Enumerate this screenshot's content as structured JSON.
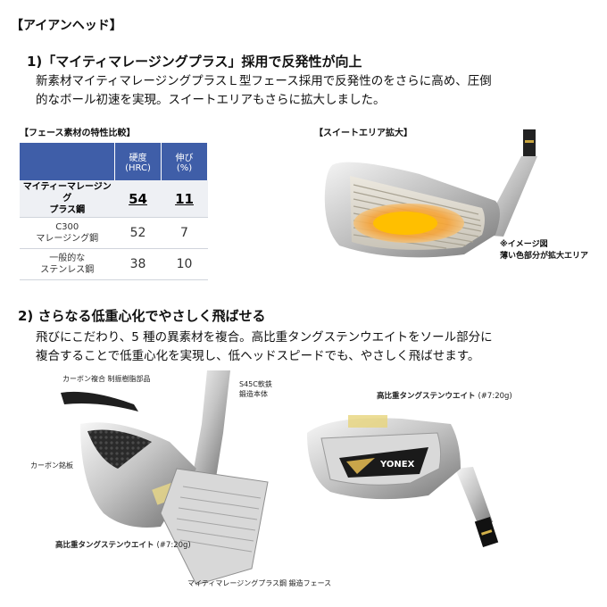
{
  "section_tag": "【アイアンヘッド】",
  "section1": {
    "heading": "1)「マイティマレージングプラス」採用で反発性が向上",
    "lines": [
      "新素材マイティマレージングプラスＬ型フェース採用で反発性のをさらに高め、圧倒",
      "的なボール初速を実現。スイートエリアもさらに拡大しました。"
    ]
  },
  "table": {
    "caption": "【フェース素材の特性比較】",
    "headers": [
      {
        "l1": "硬度",
        "l2": "(HRC)"
      },
      {
        "l1": "伸び",
        "l2": "(%)"
      }
    ],
    "rows": [
      {
        "name1": "マイティーマレージング",
        "name2": "プラス鋼",
        "hardness": "54",
        "elongation": "11"
      },
      {
        "name1": "C300",
        "name2": "マレージング鋼",
        "hardness": "52",
        "elongation": "7"
      },
      {
        "name1": "一般的な",
        "name2": "ステンレス鋼",
        "hardness": "38",
        "elongation": "10"
      }
    ]
  },
  "sweet": {
    "caption": "【スイートエリア拡大】",
    "note1": "※イメージ図",
    "note2": "薄い色部分が拡大エリア"
  },
  "section2": {
    "heading": "2) さらなる低重心化でやさしく飛ばせる",
    "lines": [
      "飛びにこだわり、5 種の異素材を複合。高比重タングステンウエイトをソール部分に",
      "複合することで低重心化を実現し、低ヘッドスピードでも、やさしく飛ばせます。"
    ]
  },
  "exploded": {
    "label_carbon_composite": "カーボン複合 制振樹脂部品",
    "label_s45c_1": "S45C軟鉄",
    "label_s45c_2": "鍛造本体",
    "label_carbon_plate": "カーボン銘板",
    "label_tungsten": "高比重タングステンウエイト",
    "label_tungsten_weight": "(#7:20g)",
    "label_face": "マイティマレージングプラス鋼 鍛造フェース"
  },
  "back_view": {
    "label_tungsten": "高比重タングステンウエイト",
    "label_tungsten_weight": "(#7:20g)",
    "brand": "YONEX"
  }
}
